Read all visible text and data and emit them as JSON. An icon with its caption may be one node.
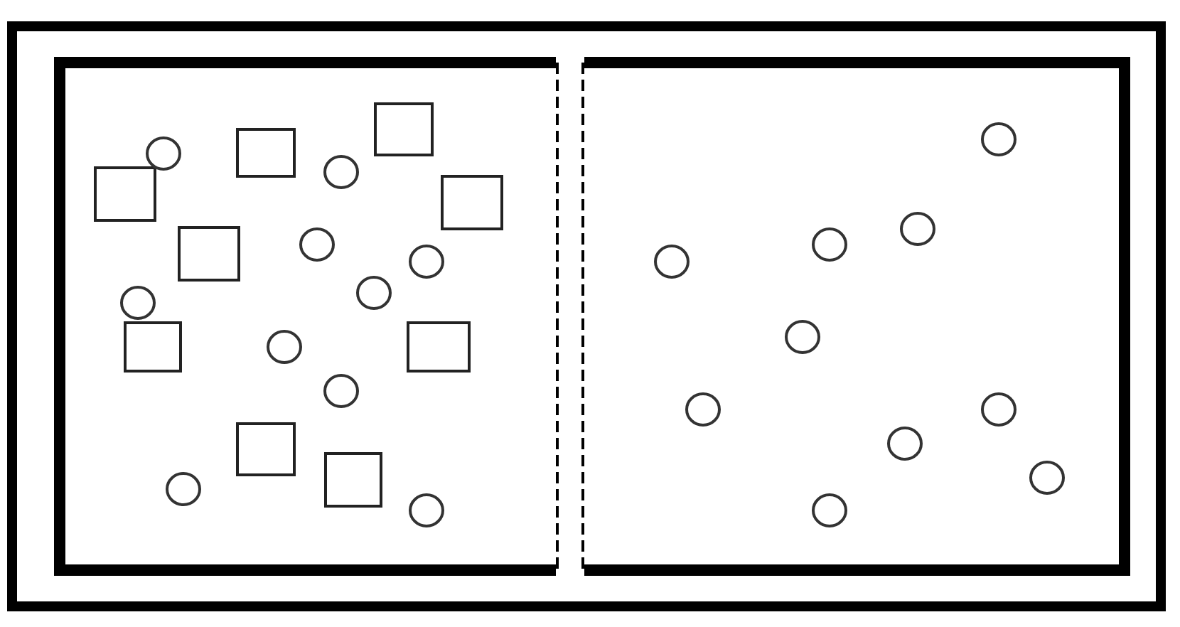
{
  "diagram": {
    "nodes": [
      {
        "text": [],
        "shape": "box"
      },
      {
        "text": [],
        "shape": "box",
        "in": 0
      },
      {
        "text": [],
        "shape": "box",
        "in": 0
      }
    ]
  }
}
